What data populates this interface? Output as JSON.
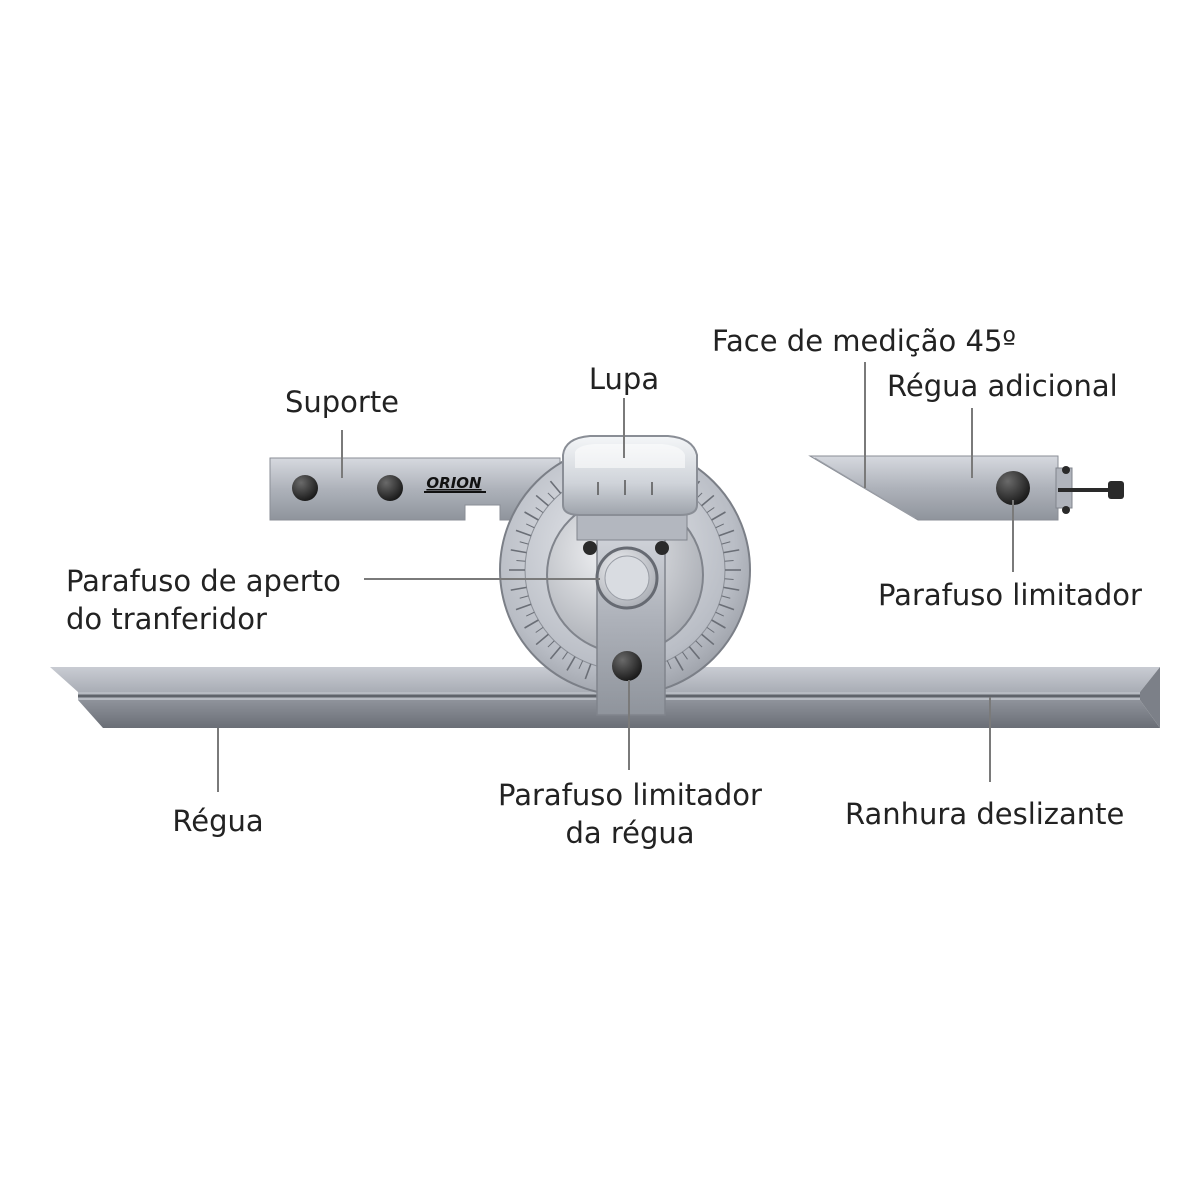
{
  "brand": {
    "logo_text": "ORION"
  },
  "labels": {
    "suporte": "Suporte",
    "lupa": "Lupa",
    "face_medicao": "Face de medição 45º",
    "regua_adicional": "Régua adicional",
    "parafuso_aperto_line1": "Parafuso de aperto",
    "parafuso_aperto_line2": "do tranferidor",
    "parafuso_limitador": "Parafuso limitador",
    "regua": "Régua",
    "parafuso_limitador_regua_line1": "Parafuso limitador",
    "parafuso_limitador_regua_line2": "da régua",
    "ranhura": "Ranhura deslizante"
  },
  "colors": {
    "text": "#222222",
    "leader": "#7a7a7a",
    "steel_light": "#c4c8d0",
    "steel_mid": "#a0a5ae",
    "steel_dark": "#6f747c",
    "knob": "#1e1e1e"
  },
  "icons": {
    "tool": "universal-bevel-protractor",
    "knob": "screw-knob"
  }
}
